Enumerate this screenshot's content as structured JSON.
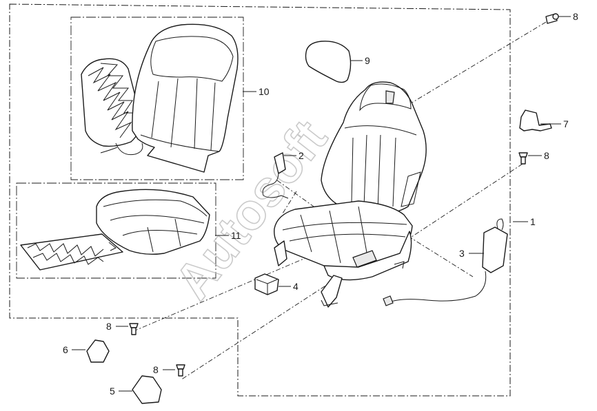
{
  "callouts": {
    "c1": "1",
    "c2": "2",
    "c3": "3",
    "c4": "4",
    "c5": "5",
    "c6": "6",
    "c7": "7",
    "c8a": "8",
    "c8b": "8",
    "c8c": "8",
    "c8d": "8",
    "c9": "9",
    "c10": "10",
    "c11": "11"
  },
  "watermark": "Autosoft"
}
